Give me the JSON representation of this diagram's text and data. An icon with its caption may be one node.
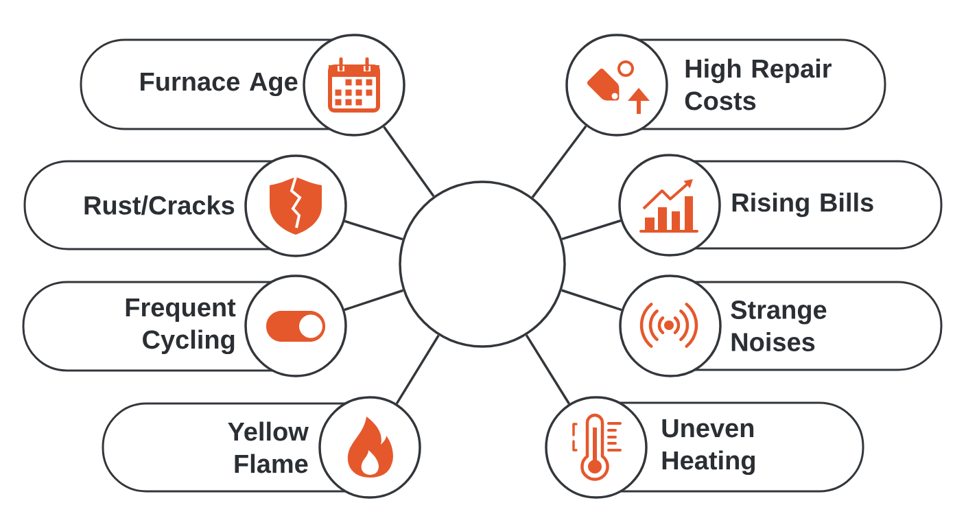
{
  "diagram": {
    "nodes": [
      {
        "text": [
          "Furnace Age"
        ]
      },
      {
        "text": [
          "High Repair Costs"
        ]
      },
      {
        "text": [
          "Rust/Cracks"
        ]
      },
      {
        "text": [
          "Rising Bills"
        ]
      },
      {
        "text": [],
        "shape": "circle"
      },
      {
        "text": [
          "Frequent Cycling"
        ]
      },
      {
        "text": [
          "Strange Noises"
        ]
      },
      {
        "text": [
          "Yellow Flame"
        ]
      },
      {
        "text": [
          "Uneven Heating"
        ]
      }
    ],
    "edges": [
      {
        "from": 0,
        "to": 4,
        "arrow": "none"
      },
      {
        "from": 1,
        "to": 4,
        "arrow": "none"
      },
      {
        "from": 2,
        "to": 4,
        "arrow": "none"
      },
      {
        "from": 3,
        "to": 4,
        "arrow": "none"
      },
      {
        "from": 5,
        "to": 4,
        "arrow": "none"
      },
      {
        "from": 6,
        "to": 4,
        "arrow": "none"
      },
      {
        "from": 7,
        "to": 4,
        "arrow": "none"
      },
      {
        "from": 8,
        "to": 4,
        "arrow": "none"
      }
    ]
  }
}
